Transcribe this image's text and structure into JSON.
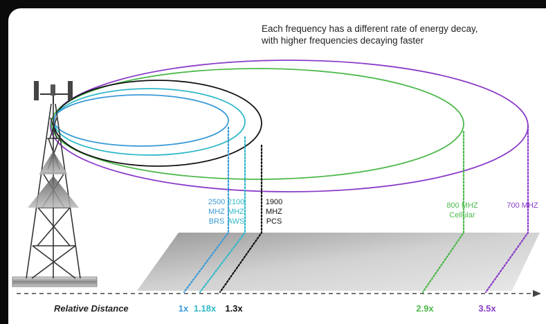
{
  "caption": {
    "line1": "Each frequency has a different rate of energy decay,",
    "line2": "with higher frequencies decaying faster"
  },
  "axis": {
    "label": "Relative Distance"
  },
  "bands": [
    {
      "lines": [
        "2500",
        "MHZ",
        "BRS"
      ],
      "distance": "1x",
      "color": "#3a9ad6"
    },
    {
      "lines": [
        "2100",
        "MHZ",
        "AWS"
      ],
      "distance": "1.18x",
      "color": "#2fb8c8"
    },
    {
      "lines": [
        "1900",
        "MHZ",
        "PCS"
      ],
      "distance": "1.3x",
      "color": "#111111"
    },
    {
      "lines": [
        "800 MHZ",
        "Cellular"
      ],
      "distance": "2.9x",
      "color": "#4cb84a"
    },
    {
      "lines": [
        "700 MHZ"
      ],
      "distance": "3.5x",
      "color": "#8a3cc8"
    }
  ],
  "colors": {
    "ground": "#c8c8c8",
    "tower": "#333333"
  }
}
